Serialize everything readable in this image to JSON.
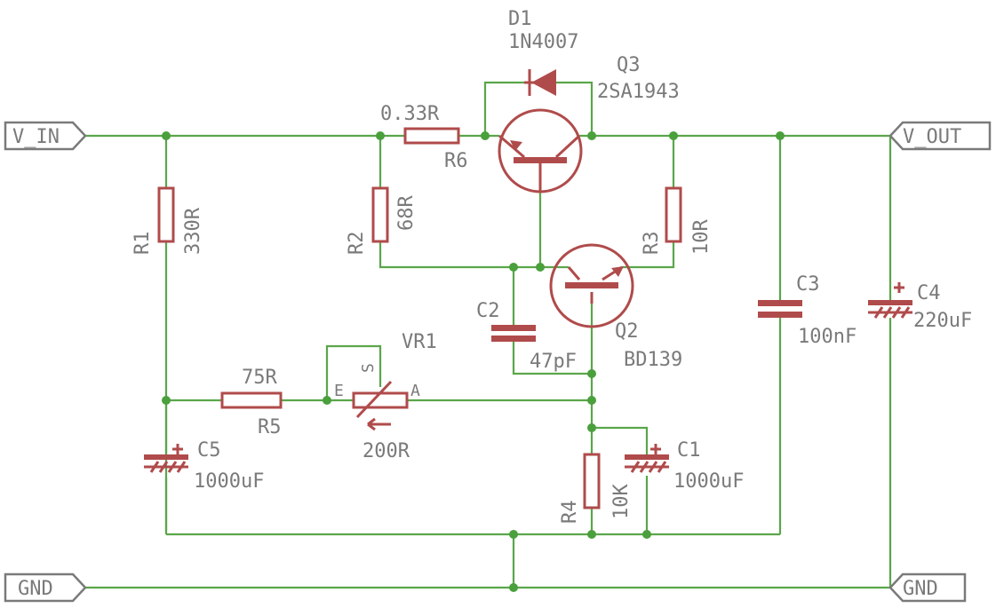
{
  "ports": {
    "vin": "V_IN",
    "vout": "V_OUT",
    "gnd_left": "GND",
    "gnd_right": "GND"
  },
  "components": {
    "d1": {
      "name": "D1",
      "value": "1N4007"
    },
    "q3": {
      "name": "Q3",
      "value": "2SA1943"
    },
    "q2": {
      "name": "Q2",
      "value": "BD139"
    },
    "r1": {
      "name": "R1",
      "value": "330R"
    },
    "r2": {
      "name": "R2",
      "value": "68R"
    },
    "r3": {
      "name": "R3",
      "value": "10R"
    },
    "r4": {
      "name": "R4",
      "value": "10K"
    },
    "r5": {
      "name": "R5",
      "value": "75R"
    },
    "r6": {
      "name": "R6",
      "value": "0.33R"
    },
    "c1": {
      "name": "C1",
      "value": "1000uF"
    },
    "c2": {
      "name": "C2",
      "value": "47pF"
    },
    "c3": {
      "name": "C3",
      "value": "100nF"
    },
    "c4": {
      "name": "C4",
      "value": "220uF"
    },
    "c5": {
      "name": "C5",
      "value": "1000uF"
    },
    "vr1": {
      "name": "VR1",
      "value": "200R",
      "pin_e": "E",
      "pin_s": "S",
      "pin_a": "A"
    }
  },
  "colors": {
    "wire": "#5aa64a",
    "part": "#b04b4b",
    "text": "#7a7a7a",
    "junction": "#4aa03c"
  }
}
